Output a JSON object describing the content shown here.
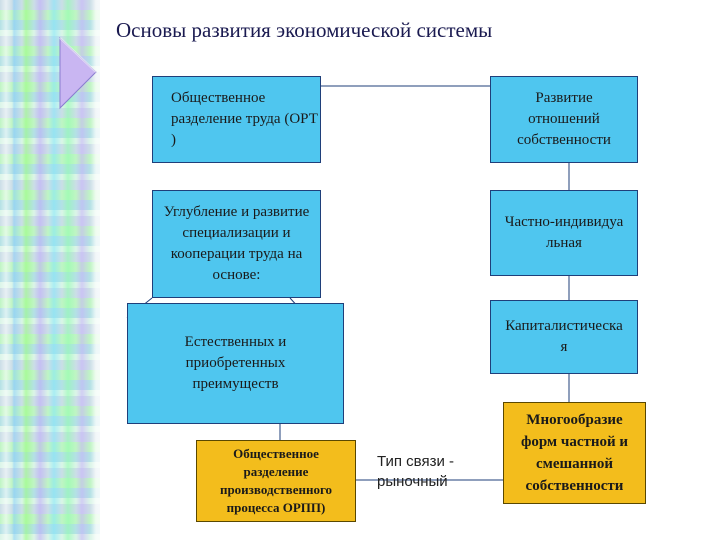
{
  "title": "Основы развития экономической системы",
  "boxes": {
    "ort": "Общественное разделение труда (ОРТ )",
    "property": "Развитие отношений собственности",
    "deepening": "Углубление и развитие специализации и кооперации труда на основе:",
    "private": "Частно-индивидуальная",
    "advantages": "Естественных и приобретенных преимуществ",
    "capitalist": "Капиталистическая",
    "orpp": "Общественное разделение производственного процесса ОРПП)",
    "diversity": "Многообразие форм частной и смешанной собственности"
  },
  "connection_type": "Тип связи - рыночный",
  "colors": {
    "blue": "#4fc6ef",
    "gold": "#f3bd1c",
    "border": "#1f3f7a"
  }
}
